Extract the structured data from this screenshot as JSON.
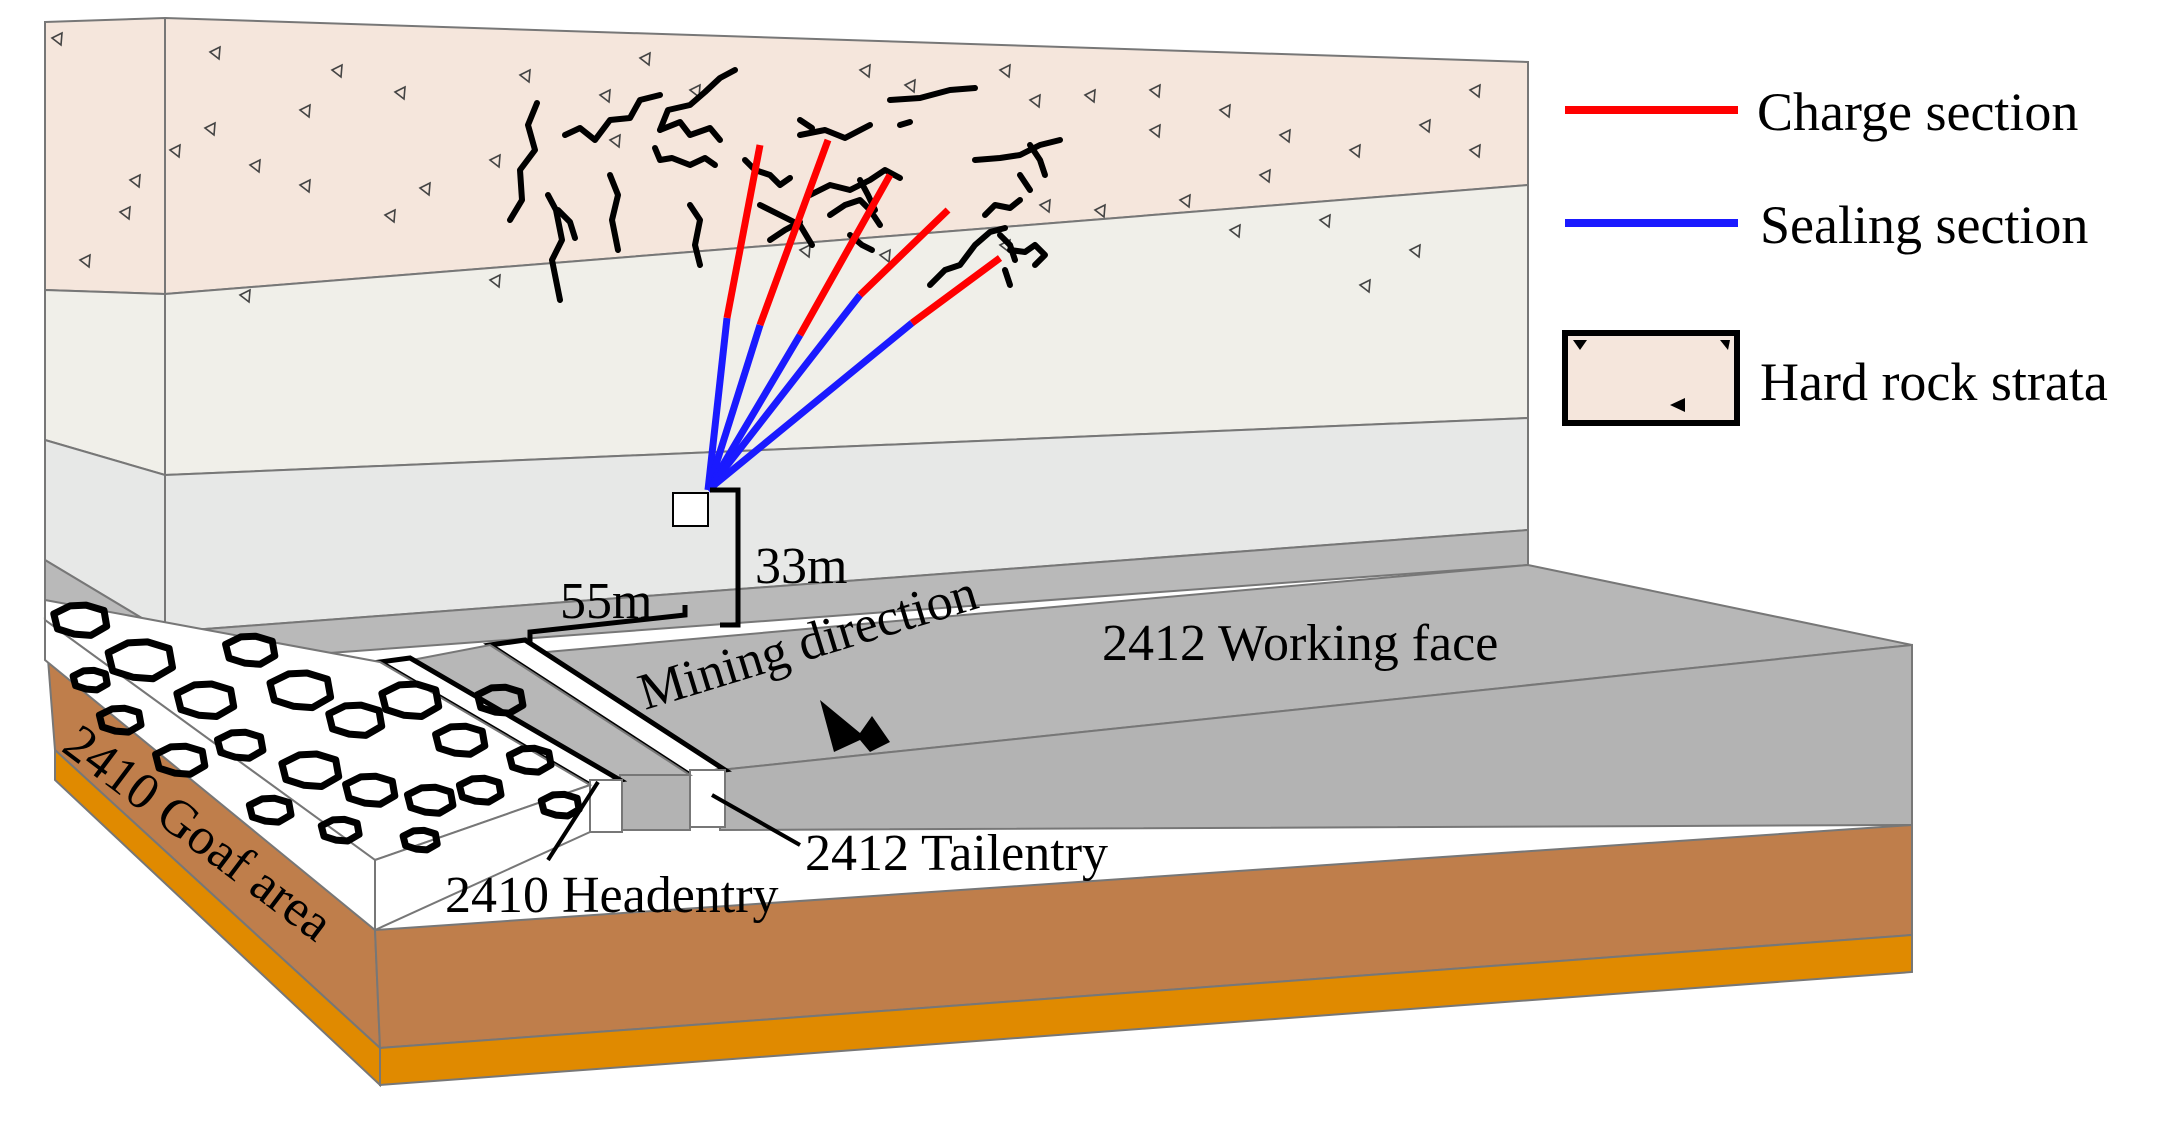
{
  "legend": {
    "charge_label": "Charge section",
    "sealing_label": "Sealing section",
    "hard_rock_label": "Hard rock strata",
    "charge_color": "#ff0000",
    "sealing_color": "#1a1aff",
    "hard_rock_color": "#f5e6dc"
  },
  "labels": {
    "distance_55": "55m",
    "distance_33": "33m",
    "mining_direction": "Mining direction",
    "working_face": "2412 Working face",
    "tailentry": "2412 Tailentry",
    "headentry": "2410 Headentry",
    "goaf": "2410 Goaf area"
  },
  "colors": {
    "hard_rock": "#f5e6dc",
    "stratum_2": "#f0efe9",
    "stratum_3": "#e7e8e7",
    "coal_seam": "#b7b7b7",
    "floor": "#be7e4a",
    "base": "#e08a00"
  },
  "icons": [
    "triangle-grain-icon",
    "mining-direction-arrow-icon"
  ]
}
